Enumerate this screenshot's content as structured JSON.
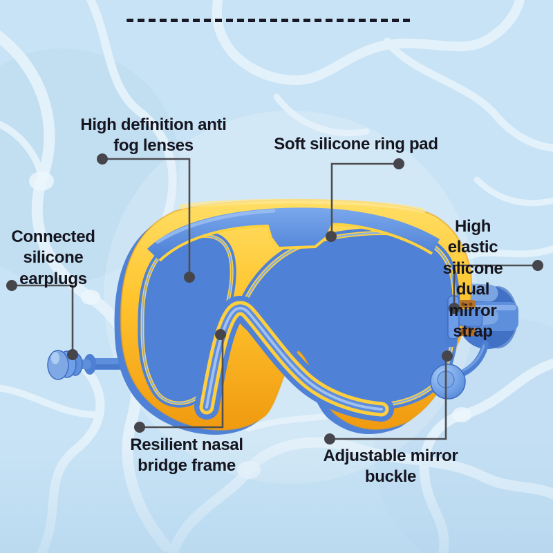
{
  "illustration": {
    "alt": "Blue and yellow wide-frame swimming goggles with connected earplugs, head strap and side buckle"
  },
  "divider": {
    "style": "dashed-line"
  },
  "labels": [
    {
      "id": "anti-fog-lenses",
      "text": "High definition anti\nfog lenses",
      "target": "left-lens"
    },
    {
      "id": "ring-pad",
      "text": "Soft silicone ring pad",
      "target": "frame-ring-pad"
    },
    {
      "id": "earplugs",
      "text": "Connected\nsilicone\nearplugs",
      "target": "left-earplug"
    },
    {
      "id": "mirror-strap",
      "text": "High elastic silicone\ndual mirror strap",
      "target": "strap-at-buckle"
    },
    {
      "id": "nose-bridge",
      "text": "Resilient nasal\nbridge frame",
      "target": "nose-bridge"
    },
    {
      "id": "mirror-buckle",
      "text": "Adjustable mirror buckle",
      "target": "buckle"
    }
  ],
  "colors": {
    "background": "#C8E3F5",
    "frame_yellow": "#FFC52F",
    "frame_blue": "#4F81D6",
    "strap_blue": "#7FA9E4",
    "label_text": "#15151F",
    "callout_line": "#4D4D52"
  }
}
